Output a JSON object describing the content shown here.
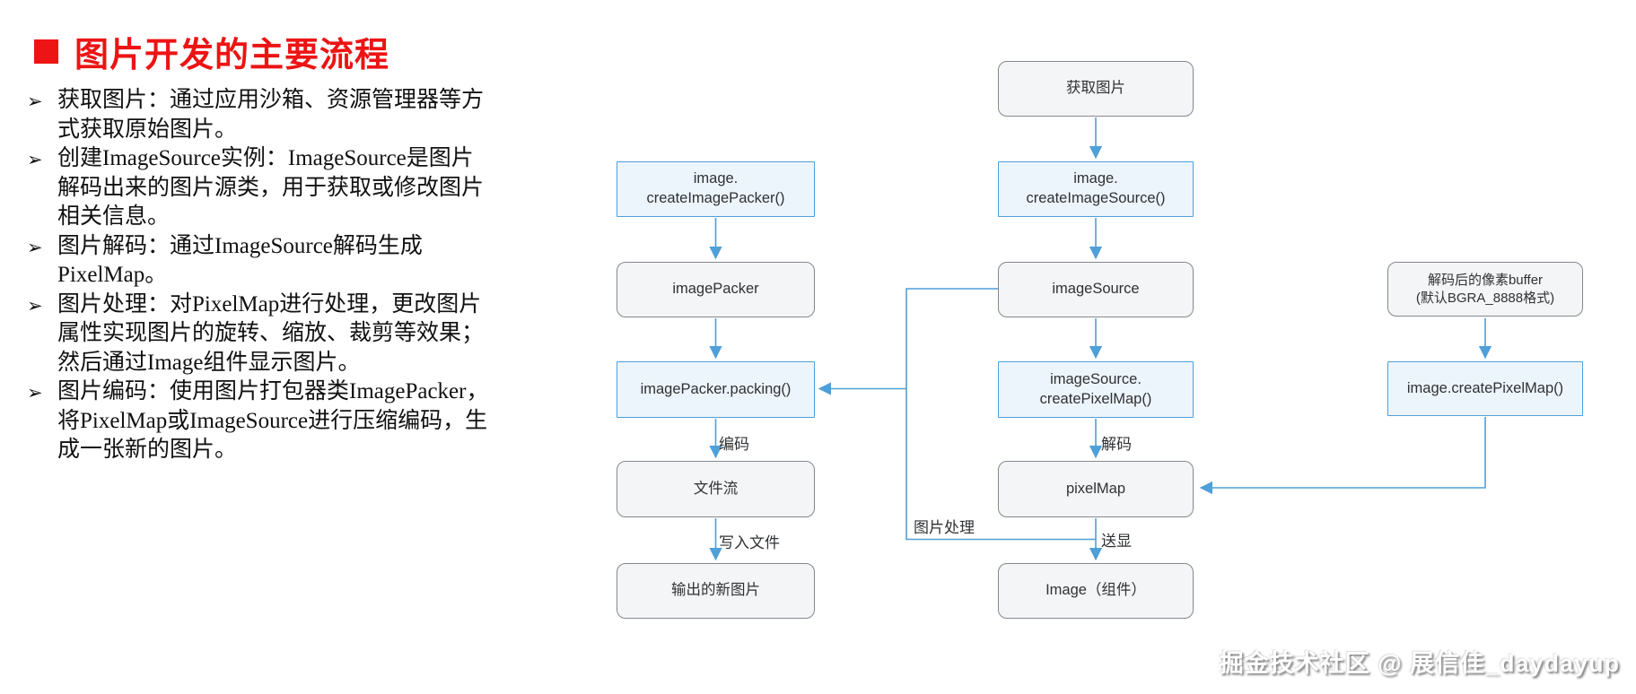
{
  "slide": {
    "title": "图片开发的主要流程",
    "bullets": [
      "获取图片：通过应用沙箱、资源管理器等方式获取原始图片。",
      "创建ImageSource实例：ImageSource是图片解码出来的图片源类，用于获取或修改图片相关信息。",
      "图片解码：通过ImageSource解码生成PixelMap。",
      "图片处理：对PixelMap进行处理，更改图片属性实现图片的旋转、缩放、裁剪等效果；然后通过Image组件显示图片。",
      "图片编码：使用图片打包器类ImagePacker，将PixelMap或ImageSource进行压缩编码，生成一张新的图片。"
    ],
    "watermark": "掘金技术社区 @ 展信佳_daydayup"
  },
  "icons": {
    "bullet_arrow": "➢"
  },
  "flowchart": {
    "nodes": {
      "acquire_image": "获取图片",
      "create_image_packer": "image.\ncreateImagePacker()",
      "create_image_source": "image.\ncreateImageSource()",
      "image_packer": "imagePacker",
      "image_source": "imageSource",
      "pixel_buffer": "解码后的像素buffer\n(默认BGRA_8888格式)",
      "packer_packing": "imagePacker.packing()",
      "source_create_pixel_map": "imageSource.\ncreatePixelMap()",
      "image_create_pixel_map": "image.createPixelMap()",
      "file_stream": "文件流",
      "pixel_map": "pixelMap",
      "output_image": "输出的新图片",
      "image_component": "Image（组件）"
    },
    "edge_labels": {
      "encode": "编码",
      "write_file": "写入文件",
      "decode": "解码",
      "display": "送显",
      "image_processing": "图片处理"
    }
  },
  "colors": {
    "accent_blue": "#4f9fd8",
    "blue_node_fill": "#edf5fc",
    "gray_node_border": "#84888d",
    "gray_node_fill": "#f4f5f7",
    "title_red": "#ec1414",
    "node_text": "#2f3133"
  }
}
